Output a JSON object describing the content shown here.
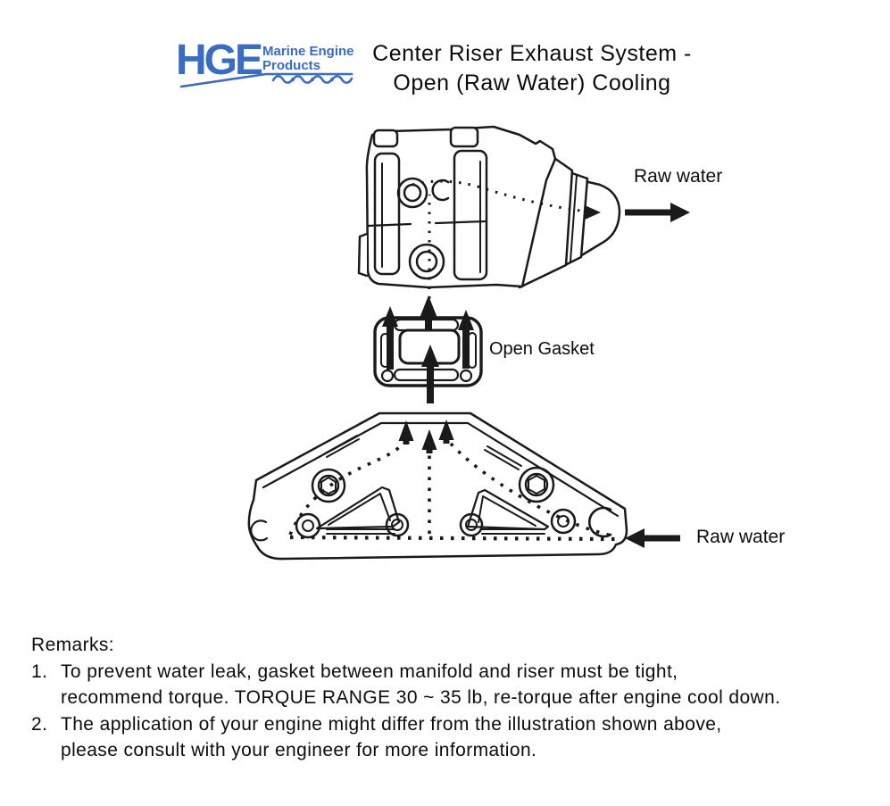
{
  "logo": {
    "acronym": "HGE",
    "tagline_line1": "Marine Engine",
    "tagline_line2": "Products",
    "brand_color": "#3a6cc4"
  },
  "title": {
    "line1": "Center Riser Exhaust System -",
    "line2": "Open (Raw Water) Cooling"
  },
  "diagram": {
    "line_color": "#1a1a1a",
    "labels": {
      "raw_water_out": "Raw water",
      "open_gasket": "Open Gasket",
      "raw_water_in": "Raw water"
    },
    "parts": [
      "center-riser",
      "open-gasket",
      "exhaust-manifold"
    ]
  },
  "remarks": {
    "heading": "Remarks:",
    "items": [
      {
        "number": "1.",
        "lines": [
          "To prevent water leak, gasket between manifold and riser must be tight,",
          "recommend torque. TORQUE RANGE 30 ~ 35 lb, re-torque after engine cool down."
        ]
      },
      {
        "number": "2.",
        "lines": [
          "The application of your engine might differ from the illustration shown above,",
          "please consult with your engineer for more information."
        ]
      }
    ]
  }
}
